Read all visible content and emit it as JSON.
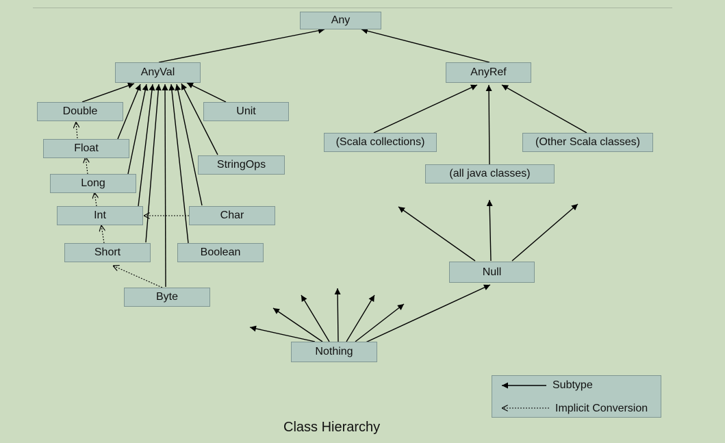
{
  "nodes": {
    "any": "Any",
    "anyval": "AnyVal",
    "anyref": "AnyRef",
    "double": "Double",
    "unit": "Unit",
    "float": "Float",
    "stringops": "StringOps",
    "long": "Long",
    "int": "Int",
    "char": "Char",
    "short": "Short",
    "boolean": "Boolean",
    "byte": "Byte",
    "scala_collections": "(Scala collections)",
    "other_scala_classes": "(Other Scala classes)",
    "all_java_classes": "(all java classes)",
    "null": "Null",
    "nothing": "Nothing"
  },
  "legend": {
    "subtype": "Subtype",
    "implicit_conversion": "Implicit Conversion"
  },
  "caption": "Class Hierarchy"
}
